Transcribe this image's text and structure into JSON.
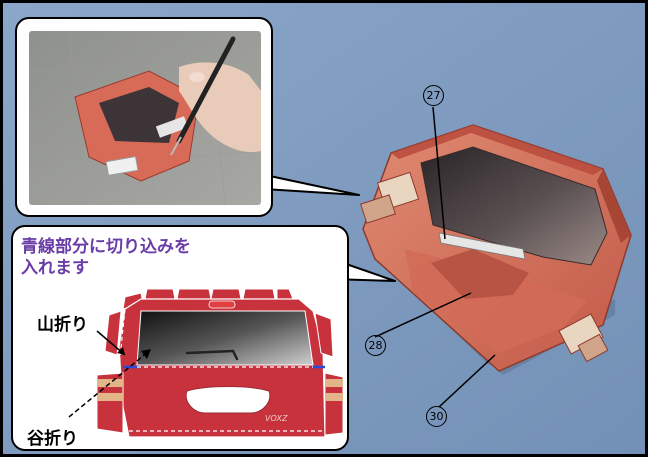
{
  "instruction": {
    "line1": "青線部分に切り込みを",
    "line2": "入れます"
  },
  "fold_labels": {
    "mountain": "山折り",
    "valley": "谷折り"
  },
  "part_numbers": {
    "p27": "27",
    "p28": "28",
    "p30": "30"
  },
  "diagram": {
    "emblem_text": "VOXZ"
  },
  "colors": {
    "background": "#7f9cc0",
    "paper_red": "#c8323c",
    "model_salmon": "#d9755e",
    "instruction_purple": "#6a3ca8"
  }
}
